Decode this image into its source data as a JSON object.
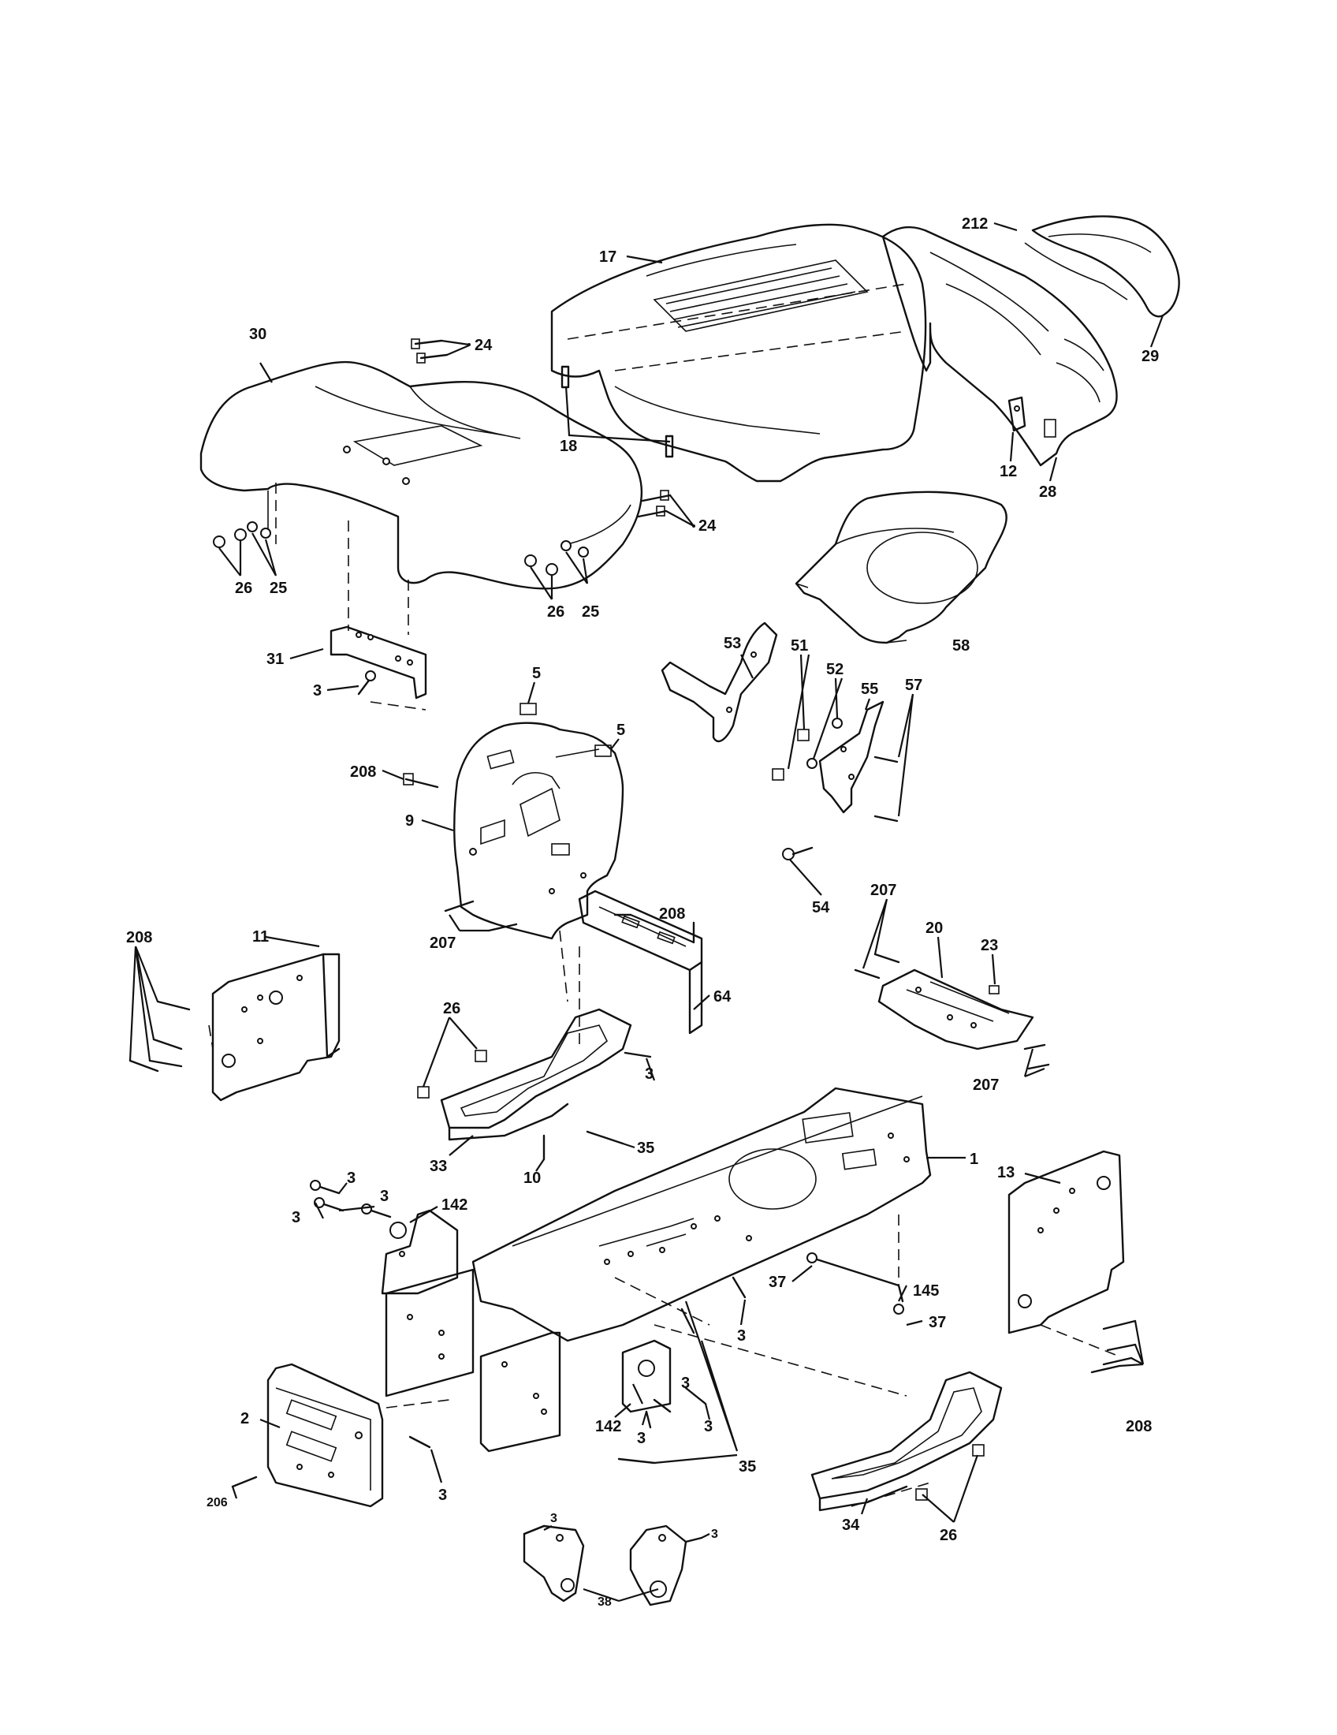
{
  "callouts": {
    "c1": "1",
    "c2": "2",
    "c3": "3",
    "c5": "5",
    "c9": "9",
    "c10": "10",
    "c11": "11",
    "c12": "12",
    "c13": "13",
    "c17": "17",
    "c18": "18",
    "c20": "20",
    "c23": "23",
    "c24": "24",
    "c25": "25",
    "c26": "26",
    "c28": "28",
    "c29": "29",
    "c30": "30",
    "c31": "31",
    "c33": "33",
    "c34": "34",
    "c35": "35",
    "c37": "37",
    "c38": "38",
    "c51": "51",
    "c52": "52",
    "c53": "53",
    "c54": "54",
    "c55": "55",
    "c57": "57",
    "c58": "58",
    "c64": "64",
    "c142": "142",
    "c145": "145",
    "c206": "206",
    "c207": "207",
    "c208": "208",
    "c212": "212"
  }
}
